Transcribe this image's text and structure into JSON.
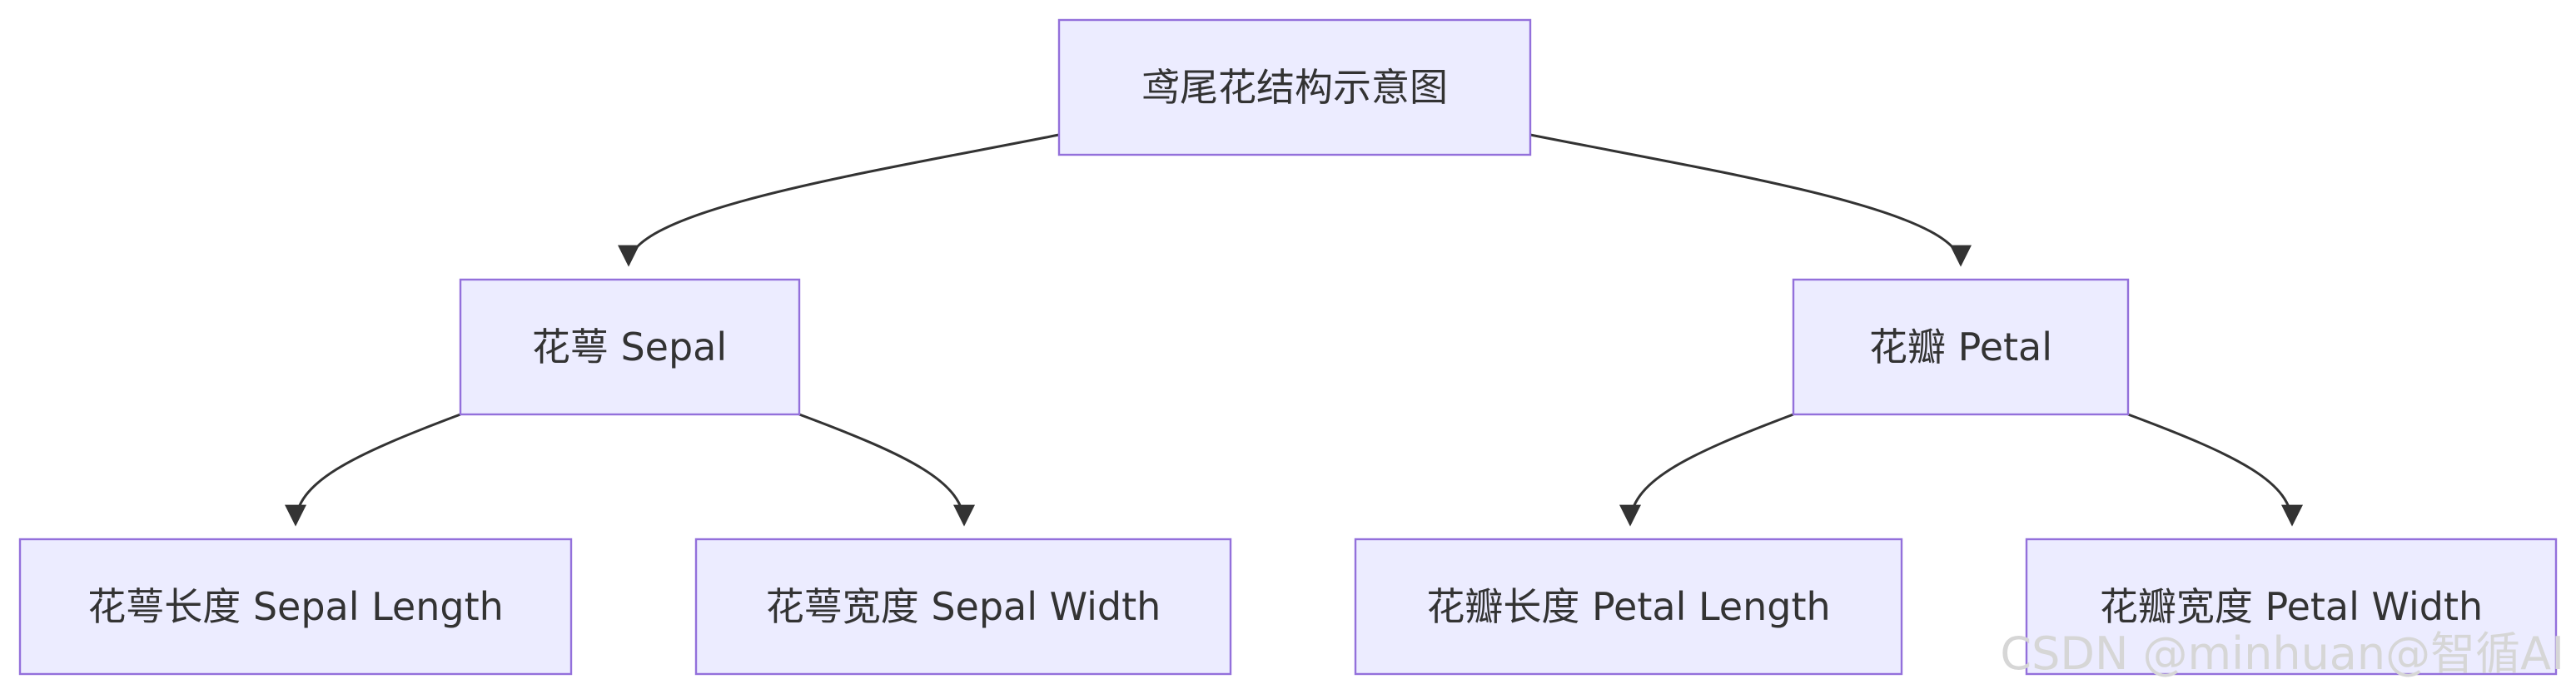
{
  "diagram": {
    "type": "tree",
    "nodes": {
      "root": {
        "label": "鸢尾花结构示意图"
      },
      "sepal": {
        "label": "花萼 Sepal"
      },
      "petal": {
        "label": "花瓣 Petal"
      },
      "sepal_length": {
        "label": "花萼长度 Sepal Length"
      },
      "sepal_width": {
        "label": "花萼宽度 Sepal Width"
      },
      "petal_length": {
        "label": "花瓣长度 Petal Length"
      },
      "petal_width": {
        "label": "花瓣宽度 Petal Width"
      }
    },
    "edges": [
      {
        "from": "root",
        "to": "sepal"
      },
      {
        "from": "root",
        "to": "petal"
      },
      {
        "from": "sepal",
        "to": "sepal_length"
      },
      {
        "from": "sepal",
        "to": "sepal_width"
      },
      {
        "from": "petal",
        "to": "petal_length"
      },
      {
        "from": "petal",
        "to": "petal_width"
      }
    ],
    "colors": {
      "node_fill": "#ECECFF",
      "node_stroke": "#9370DB",
      "edge": "#333333",
      "text": "#333333"
    }
  },
  "watermark": {
    "text": "CSDN @minhuan@智循AI"
  }
}
